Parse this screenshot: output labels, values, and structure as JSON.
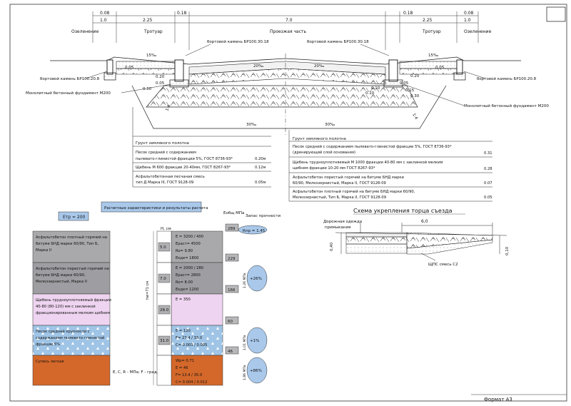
{
  "top_dims": {
    "d1": "0.08",
    "d2": "1.0",
    "d3": "2.25",
    "d4": "0.18",
    "d5": "7.0",
    "d6": "0.18",
    "d7": "2.25",
    "d8": "0.08",
    "d9": "1.0"
  },
  "headings": {
    "ozel_left": "Озеленение",
    "trot_left": "Тротуар",
    "road": "Проезжая часть",
    "trot_right": "Тротуар",
    "ozel_right": "Озеленение"
  },
  "labels": {
    "kamen_top_left": "бортовой камень БР100.30.18",
    "kamen_top_right": "бортовой камень БР100.30.18",
    "kamen_left": "бортовой камень БР100.20.8",
    "kamen_right": "бортовой камень БР100.20.8",
    "fund_left": "Монолитный бетонный фундамент М200",
    "fund_right": "Монолитный бетонный фундамент М200"
  },
  "section_marks": {
    "slope_l": "15‰",
    "slope_r": "15‰",
    "road_l": "20‰",
    "road_r": "20‰",
    "bot_l": "30‰",
    "bot_r": "30‰",
    "h1": "0.05",
    "h2": "0.20",
    "h3": "0.05",
    "h4": "0.10",
    "h5": "0.10",
    "h6": "0.30",
    "h7": "0.10",
    "h8": "0.05",
    "h9": "0.20",
    "h10": "0.15",
    "h11": "0.05",
    "s1": "1:4",
    "s2": "1:4"
  },
  "left_table": {
    "title": "Грунт земляного полотна",
    "rows": [
      {
        "text1": "Песок средний с содержанием",
        "text2": "пылевато-глинистой фракции 5%, ГОСТ 8736-93*",
        "val": "0.20м"
      },
      {
        "text1": "Щебень М 600 фракции 20-40мм, ГОСТ 8267-93*",
        "text2": "",
        "val": "0.12м"
      },
      {
        "text1": "Асфальтобетонная песчаная смесь",
        "text2": "тип Д Марка III, ГОСТ 9128-09",
        "val": "0.05м"
      }
    ]
  },
  "right_table": {
    "title": "Грунт земляного полотна",
    "rows": [
      {
        "text1": "Песок средний с содержанием пылевато-глинистой фракции 5%, ГОСТ 8736-93*",
        "text2": "(дренирующий слой основания)",
        "val": "0.31"
      },
      {
        "text1": "Щебень трудноуплотняемый М 1000 фракции 40-80 мм с заклинкой мелким",
        "text2": "щебнем фракции 10-20 мм ГОСТ 8267-93*",
        "val": "0.28"
      },
      {
        "text1": "Асфальтобетон пористый горячий на битуме БНД марки",
        "text2": "60/90, Мелкозернистый, Марка II, ГОСТ 9128-09",
        "val": "0.07"
      },
      {
        "text1": "Асфальтобетон плотный горячий на битуме БНД марки 60/90,",
        "text2": "Мелкозернистый, Тип Б, Марка II, ГОСТ 9128-09",
        "val": "0.05"
      }
    ]
  },
  "calc": {
    "title": "Расчетные характеристики и результаты расчета",
    "etr": "Етр = 200",
    "col_h": "Н, см",
    "col_eobsh": "Еобщ\nМПа",
    "col_zapas": "Запас\nпрочности",
    "kpr": "Кпр = 1.45",
    "eobsh_top": "289",
    "legend": "Е, С, R - МПа; F - град.",
    "hw": "hw=71 см",
    "layers": [
      {
        "name": "Асфальтобетон плотный горячий на битуме БНД марки 60/90, Тип Б, Марка II",
        "color": "#a9a9ab",
        "h": "5.0",
        "params": [
          "Е = 3200 / 400",
          "Ераст= 4500",
          "Ro= 9.80",
          "Eкдe= 1800"
        ],
        "eobsh": "229"
      },
      {
        "name": "Асфальтобетон пористый горячий на битуме БНД марки 60/90, Мелкозернистый, Марка II",
        "color": "#9e9ea2",
        "h": "7.0",
        "params": [
          "Е = 2000 / 280",
          "Ераст= 2800",
          "Ro= 8.00",
          "Eкдe= 1200"
        ],
        "eobsh": "166",
        "zapas": "+26%",
        "side": "1.26 МПа"
      },
      {
        "name": "Щебень трудноуплотняемый фракции 40-80 (80-120) мм с заклинкой фракционированным мелким щебнем",
        "color": "#eed4f0",
        "h": "28.0",
        "params": [
          "Е = 350"
        ],
        "eobsh": "60"
      },
      {
        "name": "Песок средней крупности с содержанием пылевато-глинистой фракции 5%",
        "color": "#9fc4e6",
        "h": "31.0",
        "params": [
          "Е = 120",
          "F= 27.4 / 33.0",
          "С= 0.003 / 0.005"
        ],
        "eobsh": "46",
        "zapas": "+1%",
        "side": "1.01 МПа"
      },
      {
        "name": "Супесь легкая",
        "color": "#d4682a",
        "h": "",
        "params": [
          "Wp= 0.71",
          "Е = 46",
          "F= 13.4 / 35.0",
          "С= 0.004 / 0.012"
        ],
        "eobsh": "",
        "zapas": "+86%",
        "side": "1.86 МПа"
      }
    ]
  },
  "scheme": {
    "title": "Схема укрепления торца съезда",
    "dim": "6,0",
    "label1": "Дорожная одежда",
    "label2": "примыкания",
    "d_left": "0,40",
    "d_right": "0,10",
    "mix": "ЩПС смесь С2"
  },
  "format": "Формат А3"
}
